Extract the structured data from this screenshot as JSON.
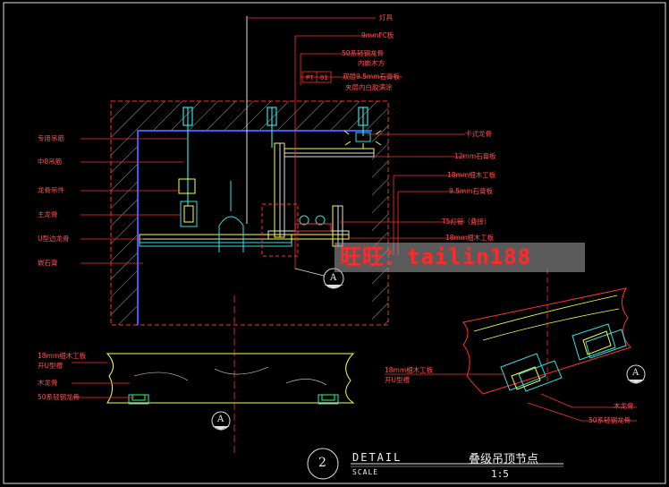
{
  "labels": {
    "lamp": "灯具",
    "fc_board": "9mmFC板",
    "light_keel_1": "50系轻钢龙骨",
    "light_keel_2": "内嵌木方",
    "pt_code": "PT",
    "pt_num": "01",
    "gypsum_1": "双层9.5mm石膏板",
    "gypsum_2": "夹层内白胶满涂",
    "hanger": "专用吊筋",
    "rod": "中8吊筋",
    "keel_hanger": "龙骨吊件",
    "main_keel": "主龙骨",
    "edge_keel": "U型边龙骨",
    "embedded_gypsum": "嵌石膏",
    "c_keel": "卡式龙骨",
    "gypsum_12": "12mm石膏板",
    "fine_wood_1": "18mm细木工板",
    "gypsum_95": "9.5mm石膏板",
    "t5": "T5灯管（叠接）",
    "fine_wood_2": "18mm细木工板",
    "bottom_fine_wood_1": "18mm细木工板",
    "bottom_fine_wood_2": "开U型槽",
    "wood_keel": "木龙骨",
    "light_keel_50": "50系轻钢龙骨",
    "iso_fine_wood_1": "18mm细木工板",
    "iso_fine_wood_2": "开U型槽",
    "iso_wood_keel": "木龙骨",
    "iso_light_keel": "50系轻钢龙骨"
  },
  "marks": {
    "a1": "A",
    "a2": "A",
    "a3": "A"
  },
  "watermark": "旺旺：tailin188",
  "title_block": {
    "number": "2",
    "detail": "DETAIL",
    "scale": "SCALE",
    "name": "叠级吊顶节点",
    "ratio": "1:5"
  }
}
